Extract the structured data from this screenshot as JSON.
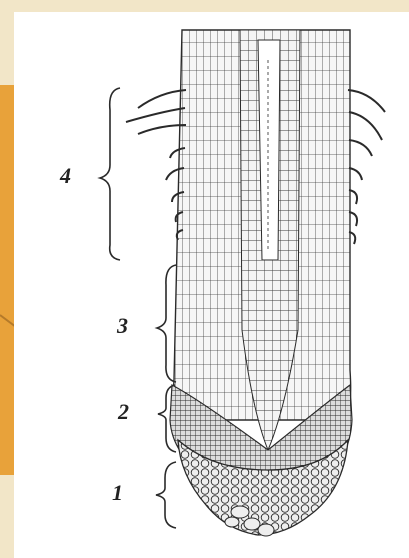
{
  "figure": {
    "zones": [
      {
        "label": "4"
      },
      {
        "label": "3"
      },
      {
        "label": "2"
      },
      {
        "label": "1"
      }
    ]
  },
  "colors": {
    "background_accent": "#e8a23a",
    "frame": "#f2e6c8",
    "ink": "#2a2a2a",
    "paper": "#ffffff"
  }
}
